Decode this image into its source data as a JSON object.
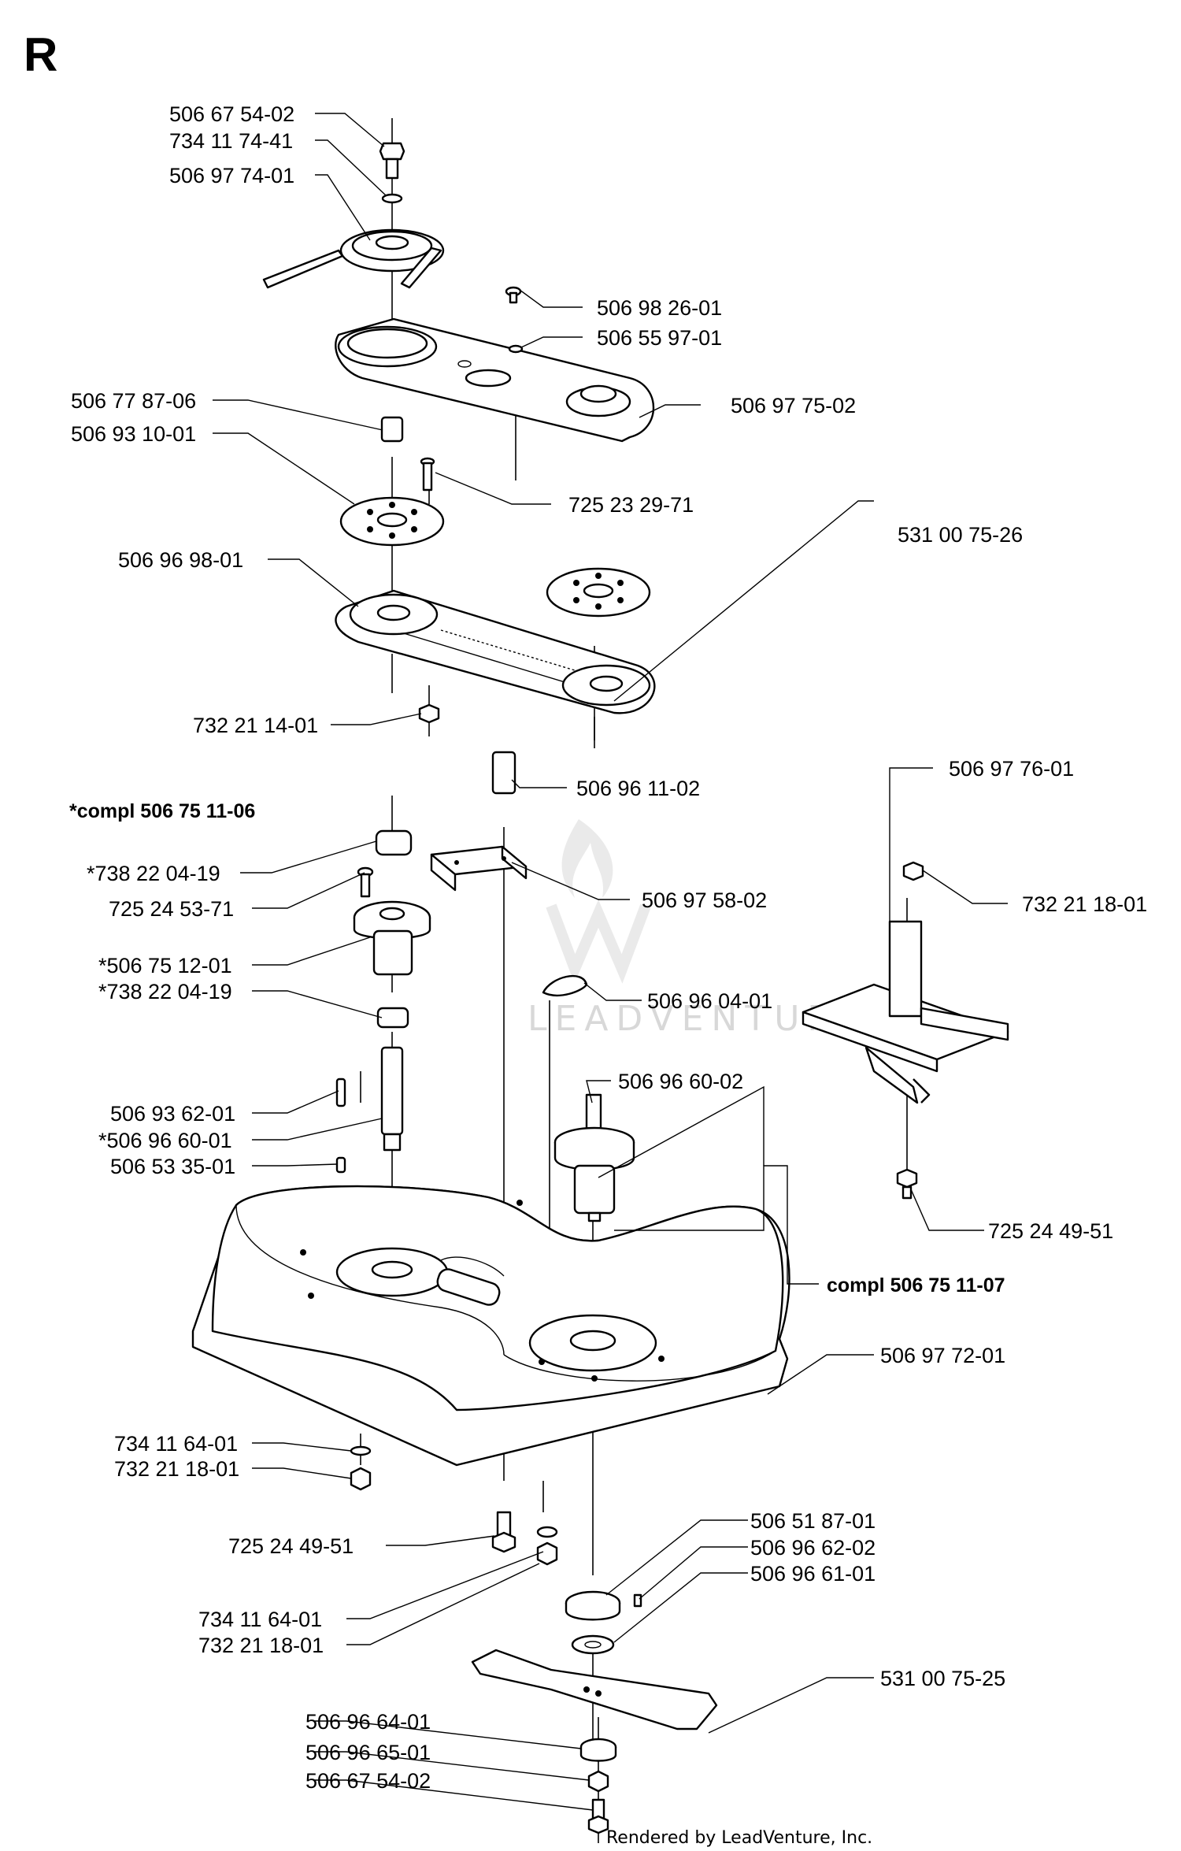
{
  "section_letter": "R",
  "watermark": "LEADVENTURE",
  "footer": "Rendered by LeadVenture, Inc.",
  "parts": {
    "p01": "506 67 54-02",
    "p02": "734 11 74-41",
    "p03": "506 97 74-01",
    "p04": "506 98 26-01",
    "p05": "506 55 97-01",
    "p06": "506 77 87-06",
    "p07": "506 97 75-02",
    "p08": "506 93 10-01",
    "p09": "725 23 29-71",
    "p10": "531 00 75-26",
    "p11": "506 96 98-01",
    "p12": "732 21 14-01",
    "p13": "506 96 11-02",
    "p14": "506 97 76-01",
    "p15": "*compl 506 75 11-06",
    "p16": "*738 22 04-19",
    "p17": "732 21 18-01",
    "p18": "725 24 53-71",
    "p19": "506 97 58-02",
    "p20": "*506 75 12-01",
    "p21": "*738 22 04-19",
    "p22": "506 96 04-01",
    "p23": "506 96 60-02",
    "p24": "506 93 62-01",
    "p25": "*506 96 60-01",
    "p26": "506 53 35-01",
    "p27": "725 24 49-51",
    "p28": "compl 506 75 11-07",
    "p29": "506 97 72-01",
    "p30": "734 11 64-01",
    "p31": "732 21 18-01",
    "p32": "506 51 87-01",
    "p33": "725 24 49-51",
    "p34": "506 96 62-02",
    "p35": "506 96 61-01",
    "p36": "734 11 64-01",
    "p37": "732 21 18-01",
    "p38": "531 00 75-25",
    "p39": "506 96 64-01",
    "p40": "506 96 65-01",
    "p41": "506 67 54-02"
  }
}
